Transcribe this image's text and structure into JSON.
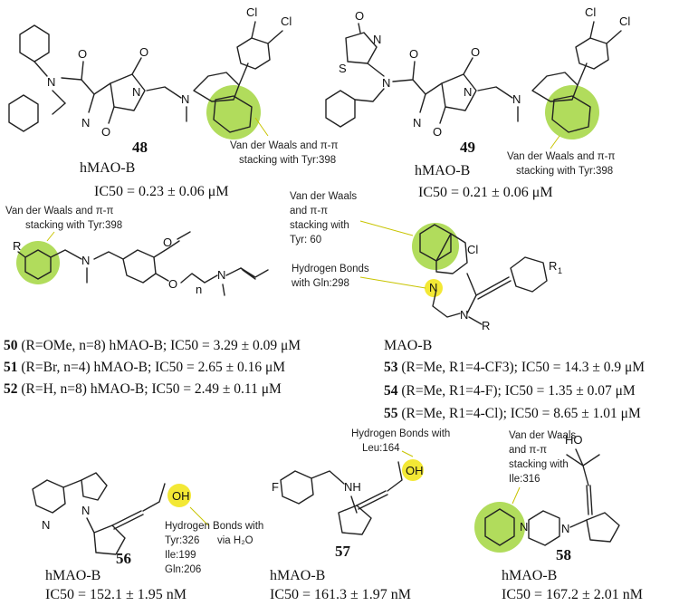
{
  "colors": {
    "highlight_green": "#a8d84a",
    "highlight_yellow": "#f2e72a",
    "ink": "#111111"
  },
  "callouts": {
    "vdw_pi": "Van der Waals and π-π",
    "stacking_tyr398": "stacking with Tyr:398",
    "vdw_l1": "Van der Waals",
    "vdw_l2": "and π-π",
    "vdw_l3": "stacking with",
    "vdw_tyr60": "Tyr: 60",
    "hb_gln298_l1": "Hydrogen Bonds",
    "hb_gln298_l2": "with Gln:298",
    "hb_water": "Hydrogen Bonds with",
    "hb_tyr326": "Tyr:326",
    "hb_via": "via H₂O",
    "hb_ile199": "Ile:199",
    "hb_gln206": "Gln:206",
    "hb_leu_l1": "Hydrogen Bonds with",
    "hb_leu_l2": "Leu:164",
    "vdw_ile316": "Ile:316"
  },
  "compounds": {
    "c48": {
      "number": "48",
      "enzyme": "hMAO-B",
      "ic50": "IC50 = 0.23 ± 0.06 μM"
    },
    "c49": {
      "number": "49",
      "enzyme": "hMAO-B",
      "ic50": "IC50 = 0.21 ± 0.06  μM"
    },
    "c50": {
      "number": "50",
      "desc": "(R=OMe, n=8) hMAO-B; IC50 = 3.29 ± 0.09 μM"
    },
    "c51": {
      "number": "51",
      "desc": "(R=Br, n=4) hMAO-B; IC50 = 2.65 ± 0.16 μM"
    },
    "c52": {
      "number": "52",
      "desc": "(R=H, n=8) hMAO-B; IC50 = 2.49 ± 0.11 μM"
    },
    "group53": {
      "enzyme": "MAO-B"
    },
    "c53": {
      "number": "53",
      "desc": "(R=Me, R1=4-CF3); IC50 = 14.3 ± 0.9 μM"
    },
    "c54": {
      "number": "54",
      "desc": "(R=Me, R1=4-F); IC50 = 1.35 ± 0.07 μM"
    },
    "c55": {
      "number": "55",
      "desc": "(R=Me, R1=4-Cl); IC50 = 8.65 ± 1.01 μM"
    },
    "c56": {
      "number": "56",
      "enzyme": "hMAO-B",
      "ic50": "IC50 = 152.1 ± 1.95 nM"
    },
    "c57": {
      "number": "57",
      "enzyme": "hMAO-B",
      "ic50": "IC50 = 161.3 ± 1.97 nM"
    },
    "c58": {
      "number": "58",
      "enzyme": "hMAO-B",
      "ic50": "IC50 = 167.2 ± 2.01 nM"
    }
  }
}
